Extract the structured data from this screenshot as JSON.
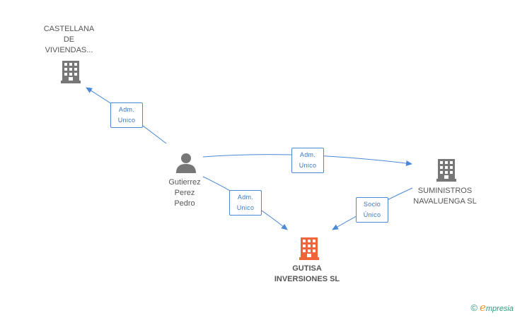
{
  "colors": {
    "edge": "#4a89d8",
    "node_default": "#777777",
    "node_main": "#f0643a"
  },
  "nodes": {
    "castellana": {
      "label": "CASTELLANA\nDE\nVIVIENDAS...",
      "icon": "building-icon"
    },
    "person": {
      "label": "Gutierrez\nPerez\nPedro",
      "icon": "person-icon"
    },
    "suministros": {
      "label": "SUMINISTROS\nNAVALUENGA SL",
      "icon": "building-icon"
    },
    "gutisa": {
      "label": "GUTISA\nINVERSIONES SL",
      "icon": "building-icon"
    }
  },
  "edges": {
    "person_castellana": "Adm.\nUnico",
    "person_suministros": "Adm.\nUnico",
    "person_gutisa": "Adm.\nUnico",
    "suministros_gutisa": "Socio\nÚnico"
  },
  "footer": {
    "copyright": "©",
    "brand_e": "e",
    "brand_rest": "mpresia"
  }
}
